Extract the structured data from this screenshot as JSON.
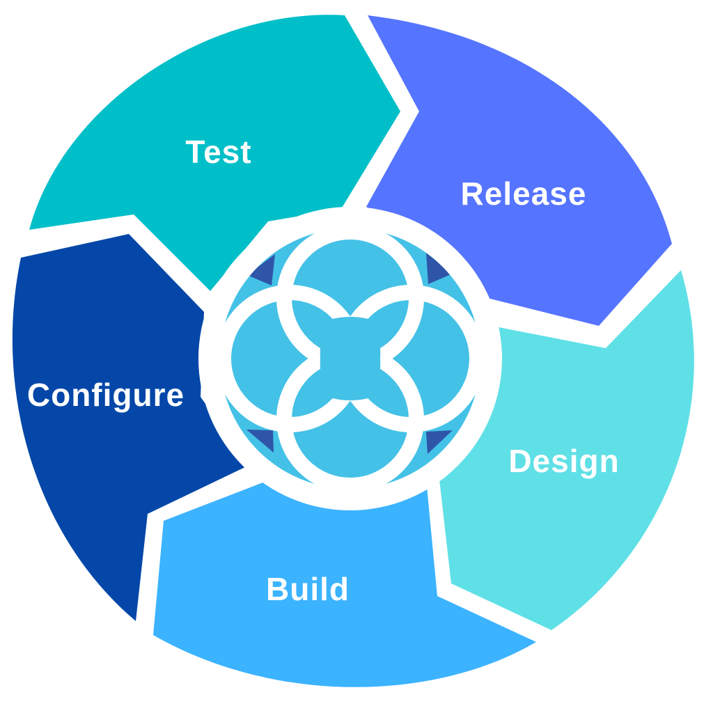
{
  "diagram": {
    "segments": [
      {
        "id": "test",
        "label": "Test",
        "color": "#00BFC8"
      },
      {
        "id": "release",
        "label": "Release",
        "color": "#5574FF"
      },
      {
        "id": "design",
        "label": "Design",
        "color": "#5FE0E6"
      },
      {
        "id": "build",
        "label": "Build",
        "color": "#3BB3FF"
      },
      {
        "id": "configure",
        "label": "Configure",
        "color": "#0447A8"
      }
    ],
    "hub": {
      "icon": "lifebuoy-icon",
      "ring_color": "#FFFFFF",
      "fill_color": "#44C1E6",
      "corner_color": "#2E55A8"
    }
  }
}
